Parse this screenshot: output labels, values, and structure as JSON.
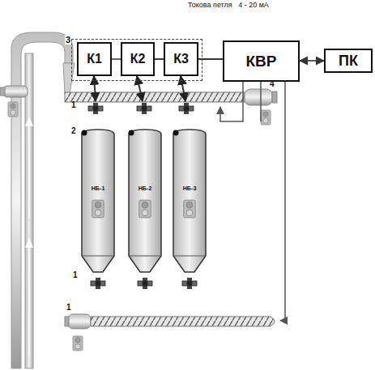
{
  "diagram": {
    "nodes": [
      {
        "text": [
          "3"
        ]
      },
      {
        "text": [
          "К1"
        ],
        "in": 0
      },
      {
        "text": [
          "К2"
        ],
        "in": 0
      },
      {
        "text": [
          "К3"
        ],
        "in": 0
      },
      {
        "text": [
          "КВР"
        ]
      },
      {
        "text": [
          "ПК"
        ]
      },
      {
        "text": [
          "НБ-1"
        ]
      },
      {
        "text": [
          "НБ-2"
        ]
      },
      {
        "text": [
          "НБ-3"
        ]
      }
    ],
    "edges": [
      {
        "from": 1,
        "to": 4,
        "arrow": "none"
      },
      {
        "from": 2,
        "to": 4,
        "arrow": "none"
      },
      {
        "from": 3,
        "to": 4,
        "arrow": "none"
      },
      {
        "from": 4,
        "to": 5,
        "arrow": "both"
      }
    ],
    "labels": [
      "Токова петля   4 - 20 мА",
      "4",
      "1",
      "2",
      "1",
      "1"
    ]
  }
}
